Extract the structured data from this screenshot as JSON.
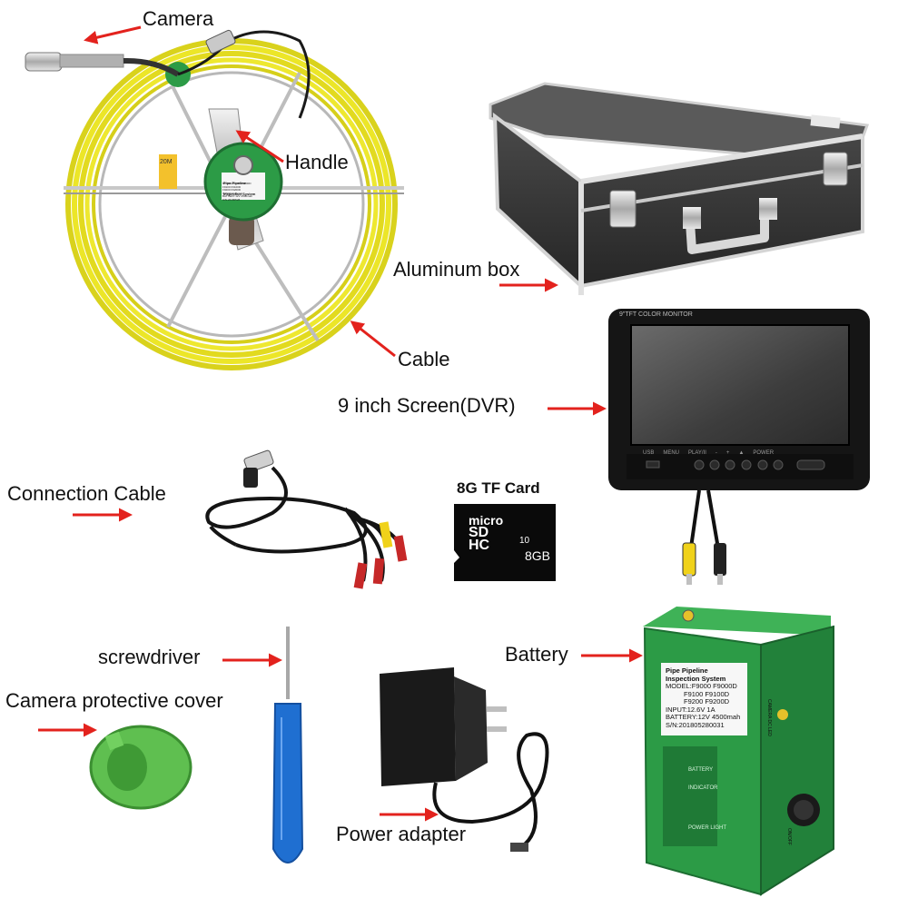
{
  "labels": {
    "camera": "Camera",
    "handle": "Handle",
    "cable": "Cable",
    "aluminum_box": "Aluminum box",
    "screen": "9 inch Screen(DVR)",
    "connection_cable": "Connection Cable",
    "tf_card": "8G TF Card",
    "screwdriver": "screwdriver",
    "camera_cover": "Camera protective cover",
    "battery": "Battery",
    "power_adapter": "Power adapter"
  },
  "sd_card": {
    "brand": "micro",
    "sd": "SD",
    "hc": "HC",
    "capacity": "8GB",
    "class": "10"
  },
  "battery_label": {
    "title1": "Pipe Pipeline",
    "title2": "Inspection System",
    "model": "MODEL:F9000  F9000D",
    "model2": "F9100  F9100D",
    "model3": "F9200  F9200D",
    "input": "INPUT:12.6V 1A",
    "battery": "BATTERY:12V 4500mah",
    "sn": "S/N:201805280031"
  },
  "battery_panel": {
    "battery": "BATTERY",
    "indicator": "INDICATOR",
    "power_light": "POWER LIGHT",
    "side_labels": "CAMERA DC  LED",
    "side_off": "ON/OFF"
  },
  "monitor": {
    "brand": "9\"TFT COLOR MONITOR",
    "buttons": [
      "USB",
      "MENU",
      "PLAY/II",
      "-",
      "+",
      "▲",
      "POWER"
    ]
  },
  "reel_sticker": {
    "title1": "Pipe Pipeline",
    "title2": "Inspection System",
    "text": "MODEL:F9000 F9000D\nF9100 F9100D\nF9200 F9200D\nINPUT:12.6V 1A\nBATTERY:12V 4500mah\nS/N:20180528..."
  },
  "reel_tag": "20M",
  "colors": {
    "arrow": "#e3221d",
    "cable_yellow": "#e8e226",
    "battery_green": "#2c9b46",
    "case_dark": "#3a3a3a",
    "screwdriver_blue": "#1f6fd1",
    "cover_green": "#5fbf50"
  }
}
